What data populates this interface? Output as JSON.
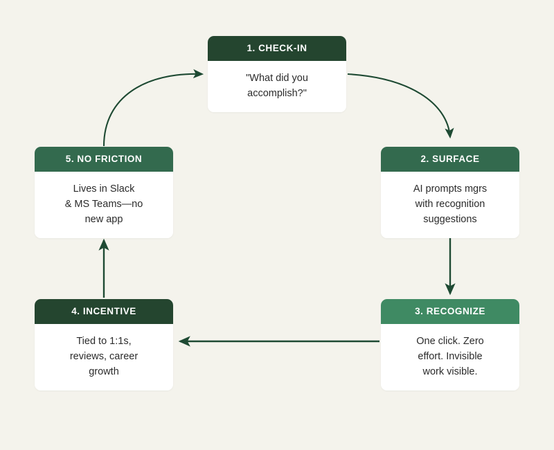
{
  "diagram": {
    "background_color": "#f4f3ec",
    "arrow_color": "#1e4a33",
    "nodes": [
      {
        "id": "check-in",
        "title": "1. CHECK-IN",
        "body": "\"What did you\naccomplish?\"",
        "header_color": "#24452f"
      },
      {
        "id": "surface",
        "title": "2. SURFACE",
        "body": "AI prompts mgrs\nwith recognition\nsuggestions",
        "header_color": "#336a4e"
      },
      {
        "id": "recognize",
        "title": "3. RECOGNIZE",
        "body": "One click. Zero\neffort. Invisible\nwork visible.",
        "header_color": "#3f8a63"
      },
      {
        "id": "incentive",
        "title": "4. INCENTIVE",
        "body": "Tied to 1:1s,\nreviews, career\ngrowth",
        "header_color": "#24452f"
      },
      {
        "id": "no-friction",
        "title": "5. NO FRICTION",
        "body": "Lives in Slack\n& MS Teams—no\nnew app",
        "header_color": "#336a4e"
      }
    ],
    "connectors": [
      {
        "id": "check-in-to-surface",
        "from": "check-in",
        "to": "surface",
        "style": "curved"
      },
      {
        "id": "surface-to-recognize",
        "from": "surface",
        "to": "recognize",
        "style": "straight-down"
      },
      {
        "id": "recognize-to-incentive",
        "from": "recognize",
        "to": "incentive",
        "style": "straight-left"
      },
      {
        "id": "incentive-to-no-friction",
        "from": "incentive",
        "to": "no-friction",
        "style": "straight-up"
      },
      {
        "id": "no-friction-to-check-in",
        "from": "no-friction",
        "to": "check-in",
        "style": "curved"
      }
    ]
  }
}
